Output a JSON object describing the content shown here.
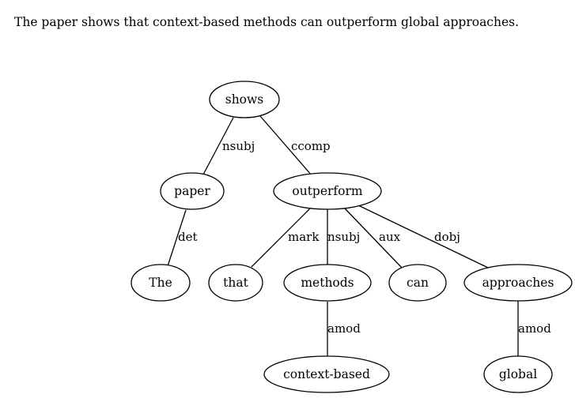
{
  "sentence": "The paper shows that context-based methods can outperform global approaches.",
  "tree": {
    "nodes": {
      "shows": "shows",
      "paper": "paper",
      "outperform": "outperform",
      "the": "The",
      "that": "that",
      "methods": "methods",
      "can": "can",
      "approaches": "approaches",
      "context_based": "context-based",
      "global": "global"
    },
    "edges": {
      "shows_paper": "nsubj",
      "shows_outperform": "ccomp",
      "paper_the": "det",
      "outperform_that": "mark",
      "outperform_methods": "nsubj",
      "outperform_can": "aux",
      "outperform_approaches": "dobj",
      "methods_context_based": "amod",
      "approaches_global": "amod"
    }
  }
}
